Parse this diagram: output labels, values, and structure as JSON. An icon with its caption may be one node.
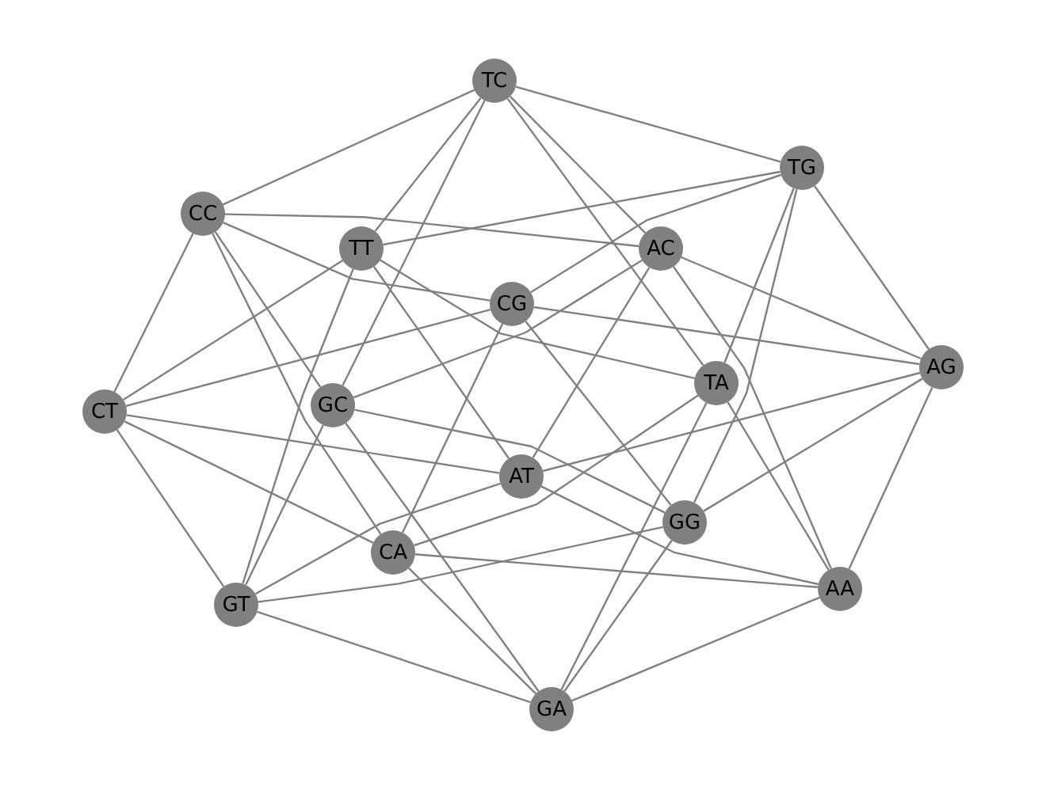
{
  "diagram": {
    "nodes": [
      {
        "text": [
          "TC"
        ]
      },
      {
        "text": [
          "TG"
        ]
      },
      {
        "text": [
          "CC"
        ]
      },
      {
        "text": [
          "TT"
        ]
      },
      {
        "text": [
          "AC"
        ]
      },
      {
        "text": [
          "CG"
        ]
      },
      {
        "text": [
          "AG"
        ]
      },
      {
        "text": [
          "TA"
        ]
      },
      {
        "text": [
          "CT"
        ]
      },
      {
        "text": [
          "GC"
        ]
      },
      {
        "text": [
          "AT"
        ]
      },
      {
        "text": [
          "GG"
        ]
      },
      {
        "text": [
          "CA"
        ]
      },
      {
        "text": [
          "AA"
        ]
      },
      {
        "text": [
          "GT"
        ]
      },
      {
        "text": [
          "GA"
        ]
      }
    ],
    "edges": [
      {
        "from": 0,
        "to": 1,
        "arrow": "none"
      },
      {
        "from": 0,
        "to": 2,
        "arrow": "none"
      },
      {
        "from": 0,
        "to": 3,
        "arrow": "none"
      },
      {
        "from": 0,
        "to": 4,
        "arrow": "none"
      },
      {
        "from": 0,
        "to": 7,
        "arrow": "none"
      },
      {
        "from": 0,
        "to": 9,
        "arrow": "none"
      },
      {
        "from": 1,
        "to": 3,
        "arrow": "none"
      },
      {
        "from": 1,
        "to": 5,
        "arrow": "none"
      },
      {
        "from": 1,
        "to": 6,
        "arrow": "none"
      },
      {
        "from": 1,
        "to": 7,
        "arrow": "none"
      },
      {
        "from": 1,
        "to": 11,
        "arrow": "none"
      },
      {
        "from": 2,
        "to": 4,
        "arrow": "none"
      },
      {
        "from": 2,
        "to": 5,
        "arrow": "none"
      },
      {
        "from": 2,
        "to": 8,
        "arrow": "none"
      },
      {
        "from": 2,
        "to": 9,
        "arrow": "none"
      },
      {
        "from": 2,
        "to": 12,
        "arrow": "none"
      },
      {
        "from": 3,
        "to": 7,
        "arrow": "none"
      },
      {
        "from": 3,
        "to": 8,
        "arrow": "none"
      },
      {
        "from": 3,
        "to": 10,
        "arrow": "none"
      },
      {
        "from": 3,
        "to": 14,
        "arrow": "none"
      },
      {
        "from": 4,
        "to": 6,
        "arrow": "none"
      },
      {
        "from": 4,
        "to": 9,
        "arrow": "none"
      },
      {
        "from": 4,
        "to": 10,
        "arrow": "none"
      },
      {
        "from": 4,
        "to": 13,
        "arrow": "none"
      },
      {
        "from": 5,
        "to": 6,
        "arrow": "none"
      },
      {
        "from": 5,
        "to": 8,
        "arrow": "none"
      },
      {
        "from": 5,
        "to": 11,
        "arrow": "none"
      },
      {
        "from": 5,
        "to": 12,
        "arrow": "none"
      },
      {
        "from": 6,
        "to": 10,
        "arrow": "none"
      },
      {
        "from": 6,
        "to": 11,
        "arrow": "none"
      },
      {
        "from": 6,
        "to": 13,
        "arrow": "none"
      },
      {
        "from": 7,
        "to": 12,
        "arrow": "none"
      },
      {
        "from": 7,
        "to": 13,
        "arrow": "none"
      },
      {
        "from": 7,
        "to": 15,
        "arrow": "none"
      },
      {
        "from": 8,
        "to": 10,
        "arrow": "none"
      },
      {
        "from": 8,
        "to": 12,
        "arrow": "none"
      },
      {
        "from": 8,
        "to": 14,
        "arrow": "none"
      },
      {
        "from": 9,
        "to": 11,
        "arrow": "none"
      },
      {
        "from": 9,
        "to": 14,
        "arrow": "none"
      },
      {
        "from": 9,
        "to": 15,
        "arrow": "none"
      },
      {
        "from": 10,
        "to": 13,
        "arrow": "none"
      },
      {
        "from": 10,
        "to": 14,
        "arrow": "none"
      },
      {
        "from": 11,
        "to": 14,
        "arrow": "none"
      },
      {
        "from": 11,
        "to": 15,
        "arrow": "none"
      },
      {
        "from": 12,
        "to": 13,
        "arrow": "none"
      },
      {
        "from": 12,
        "to": 15,
        "arrow": "none"
      },
      {
        "from": 13,
        "to": 15,
        "arrow": "none"
      },
      {
        "from": 14,
        "to": 15,
        "arrow": "none"
      }
    ]
  }
}
